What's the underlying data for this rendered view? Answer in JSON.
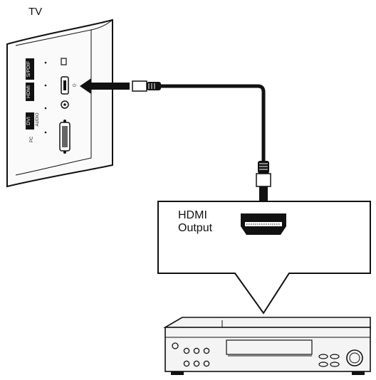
{
  "labels": {
    "tv": "TV",
    "hdmi_output_line1": "HDMI",
    "hdmi_output_line2": "Output"
  },
  "tv_panel": {
    "port_tags": [
      "S/PDIF",
      "HDMI",
      "AUDIO",
      "DVI",
      "PC"
    ]
  },
  "icons": [
    "arrow-left-icon",
    "arrow-down-icon",
    "hdmi-plug-icon",
    "hdmi-port-icon",
    "dvd-player-icon"
  ],
  "colors": {
    "line": "#111111",
    "background": "#ffffff",
    "arrow": "#111111",
    "panel_fill": "#f4f4f4"
  }
}
